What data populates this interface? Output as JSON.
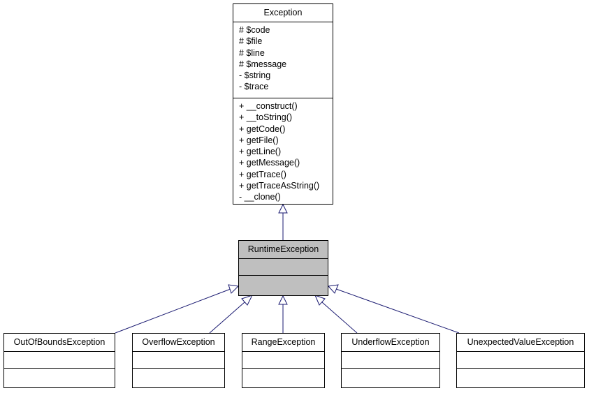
{
  "classes": {
    "exception": {
      "name": "Exception",
      "attributes": [
        "# $code",
        "# $file",
        "# $line",
        "# $message",
        "- $string",
        "- $trace"
      ],
      "methods": [
        "+ __construct()",
        "+ __toString()",
        "+ getCode()",
        "+ getFile()",
        "+ getLine()",
        "+ getMessage()",
        "+ getTrace()",
        "+ getTraceAsString()",
        "- __clone()"
      ]
    },
    "runtime": {
      "name": "RuntimeException"
    },
    "children": [
      {
        "name": "OutOfBoundsException"
      },
      {
        "name": "OverflowException"
      },
      {
        "name": "RangeException"
      },
      {
        "name": "UnderflowException"
      },
      {
        "name": "UnexpectedValueException"
      }
    ]
  },
  "colors": {
    "edge": "#191970",
    "highlight_fill": "#bfbfbf",
    "border": "#000000"
  }
}
